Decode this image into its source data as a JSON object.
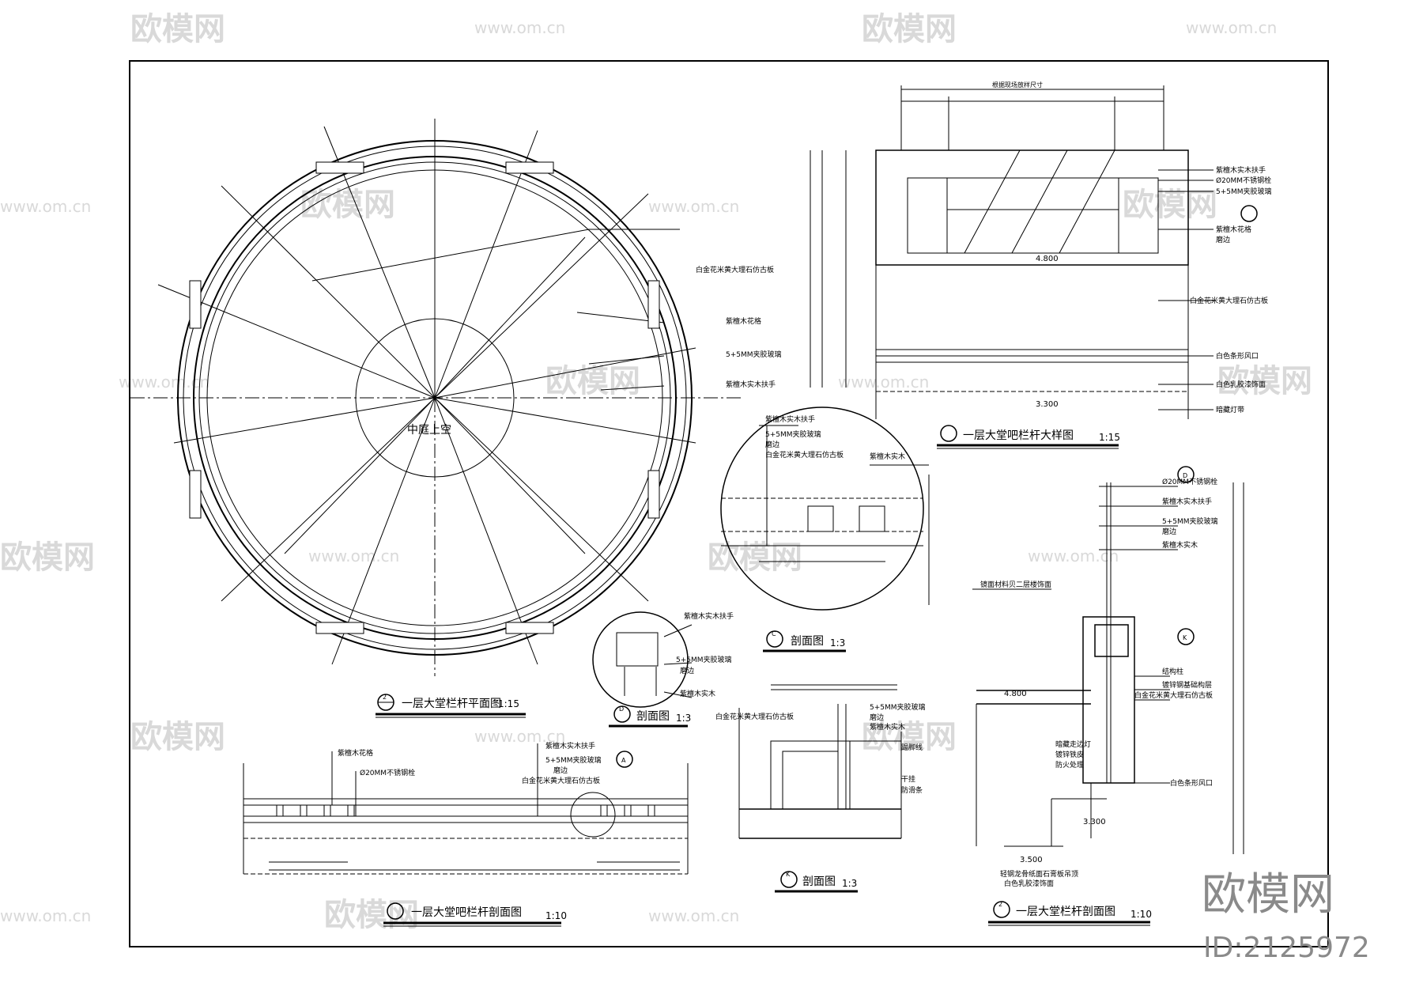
{
  "watermark": {
    "brand": "欧模网",
    "url": "www.om.cn",
    "id_text": "ID:2125972"
  },
  "plan_view": {
    "title": "一层大堂栏杆平面图",
    "number": "2",
    "scale": "1:15",
    "center_label": "中庭上空",
    "callouts": [
      "白金花米黄大理石仿古板",
      "紫檀木花格",
      "5+5MM夹胶玻璃",
      "紫檀木实木扶手"
    ]
  },
  "detail_elevation": {
    "title": "一层大堂吧栏杆大样图",
    "scale": "1:15",
    "top_dimension": "根据现场放样尺寸",
    "levels": [
      "4.800",
      "3.300"
    ],
    "callouts": [
      "紫檀木实木扶手",
      "Ø20MM不锈钢栓",
      "5+5MM夹胶玻璃",
      "紫檀木花格",
      "磨边",
      "白金花米黄大理石仿古板",
      "白色条形风口",
      "白色乳胶漆饰面",
      "暗藏灯带"
    ]
  },
  "section_c": {
    "title": "剖面图",
    "marker": "C",
    "scale": "1:3",
    "callouts": [
      "紫檀木实木扶手",
      "5+5MM夹胶玻璃",
      "磨边",
      "白金花米黄大理石仿古板",
      "紫檀木实木"
    ]
  },
  "section_d": {
    "title": "剖面图",
    "marker": "D",
    "scale": "1:3",
    "callouts": [
      "紫檀木实木扶手",
      "5+5MM夹胶玻璃",
      "磨边",
      "紫檀木实木"
    ]
  },
  "section_k": {
    "title": "剖面图",
    "marker": "K",
    "scale": "1:3",
    "callouts": [
      "5+5MM夹胶玻璃",
      "紫檀木实木",
      "磨边",
      "白金花米黄大理石仿古板",
      "踢脚线",
      "防滑条",
      "干挂"
    ]
  },
  "bar_section": {
    "title": "一层大堂吧栏杆剖面图",
    "marker": "A",
    "scale": "1:10",
    "callouts": [
      "紫檀木花格",
      "Ø20MM不锈钢栓",
      "紫檀木实木扶手",
      "5+5MM夹胶玻璃",
      "磨边",
      "白金花米黄大理石仿古板"
    ]
  },
  "railing_section": {
    "title": "一层大堂栏杆剖面图",
    "marker": "2",
    "scale": "1:10",
    "levels": [
      "4.800",
      "3.300",
      "3.500"
    ],
    "callouts": [
      "Ø20MM不锈钢栓",
      "紫檀木实木扶手",
      "5+5MM夹胶玻璃",
      "磨边",
      "紫檀木实木",
      "镜面材料贝二层楼饰面",
      "结构柱",
      "镀锌钢基础构层",
      "白金花米黄大理石仿古板",
      "暗藏走边灯",
      "镀锌铁皮",
      "防火处理",
      "白色条形风口",
      "轻钢龙骨纸面石膏板吊顶",
      "白色乳胶漆饰面"
    ]
  }
}
